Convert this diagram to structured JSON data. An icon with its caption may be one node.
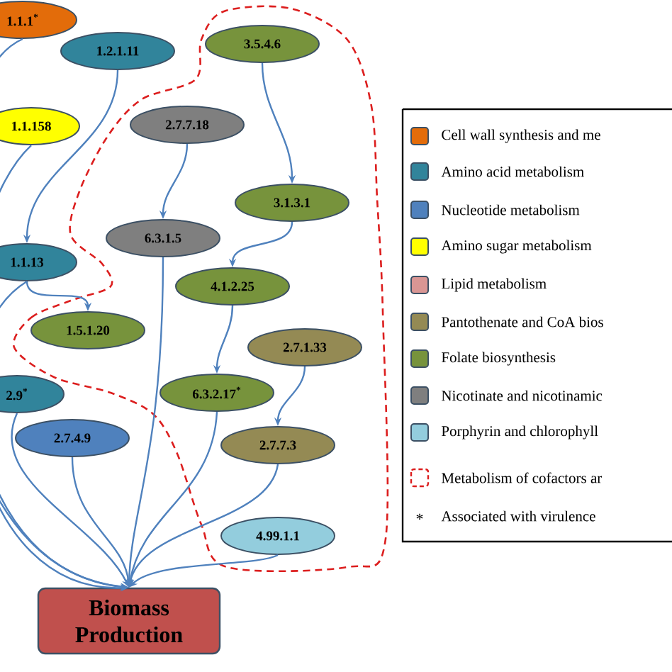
{
  "diagram": {
    "nodes": [
      {
        "text": [
          "1.1.1$^{*}$"
        ]
      },
      {
        "text": [
          "1.2.1.11"
        ]
      },
      {
        "text": [
          "1.1.158"
        ]
      },
      {
        "text": [
          "3.5.4.6"
        ]
      },
      {
        "text": [
          "2.7.7.18"
        ]
      },
      {
        "text": [
          "3.1.3.1"
        ]
      },
      {
        "text": [
          "6.3.1.5"
        ]
      },
      {
        "text": [
          "1.1.13"
        ]
      },
      {
        "text": [
          "4.1.2.25"
        ]
      },
      {
        "text": [
          "1.5.1.20"
        ]
      },
      {
        "text": [
          "2.7.1.33"
        ]
      },
      {
        "text": [
          "2.9$^{*}$"
        ]
      },
      {
        "text": [
          "6.3.2.17$^{*}$"
        ]
      },
      {
        "text": [
          "2.7.4.9"
        ]
      },
      {
        "text": [
          "2.7.7.3"
        ]
      },
      {
        "text": [
          "4.99.1.1"
        ]
      },
      {
        "text": [
          "Biomass Production"
        ]
      }
    ],
    "edges": [
      {
        "from": 0,
        "to": 16,
        "arrow": "to"
      },
      {
        "from": 2,
        "to": 16,
        "arrow": "to"
      },
      {
        "from": 1,
        "to": 7,
        "arrow": "to"
      },
      {
        "from": 7,
        "to": 9,
        "arrow": "to"
      },
      {
        "from": 7,
        "to": 16,
        "arrow": "to"
      },
      {
        "from": 11,
        "to": 16,
        "arrow": "to"
      },
      {
        "from": 13,
        "to": 16,
        "arrow": "to"
      },
      {
        "from": 4,
        "to": 6,
        "arrow": "to"
      },
      {
        "from": 6,
        "to": 16,
        "arrow": "to"
      },
      {
        "from": 3,
        "to": 5,
        "arrow": "to"
      },
      {
        "from": 5,
        "to": 8,
        "arrow": "to"
      },
      {
        "from": 8,
        "to": 12,
        "arrow": "to"
      },
      {
        "from": 12,
        "to": 16,
        "arrow": "to"
      },
      {
        "from": 10,
        "to": 14,
        "arrow": "to"
      },
      {
        "from": 14,
        "to": 16,
        "arrow": "to"
      },
      {
        "from": 15,
        "to": 16,
        "arrow": "to"
      }
    ],
    "labels": [
      "*"
    ],
    "legend": [
      {
        "text": "Cell wall synthesis and me",
        "color": "#e36c0a"
      },
      {
        "text": "Amino acid metabolism",
        "color": "#31849b"
      },
      {
        "text": "Nucleotide metabolism",
        "color": "#4f81bd"
      },
      {
        "text": "Amino sugar metabolism",
        "color": "#ffff00"
      },
      {
        "text": "Lipid metabolism",
        "color": "#d99694"
      },
      {
        "text": "Pantothenate and CoA bios",
        "color": "#948a54"
      },
      {
        "text": "Folate biosynthesis",
        "color": "#77933c"
      },
      {
        "text": "Nicotinate and nicotinamic",
        "color": "#7f7f7f"
      },
      {
        "text": "Porphyrin and chlorophyll",
        "color": "#93cddd"
      },
      {
        "text": "Metabolism of cofactors ar"
      },
      {
        "text": "Associated with virulence"
      }
    ]
  }
}
